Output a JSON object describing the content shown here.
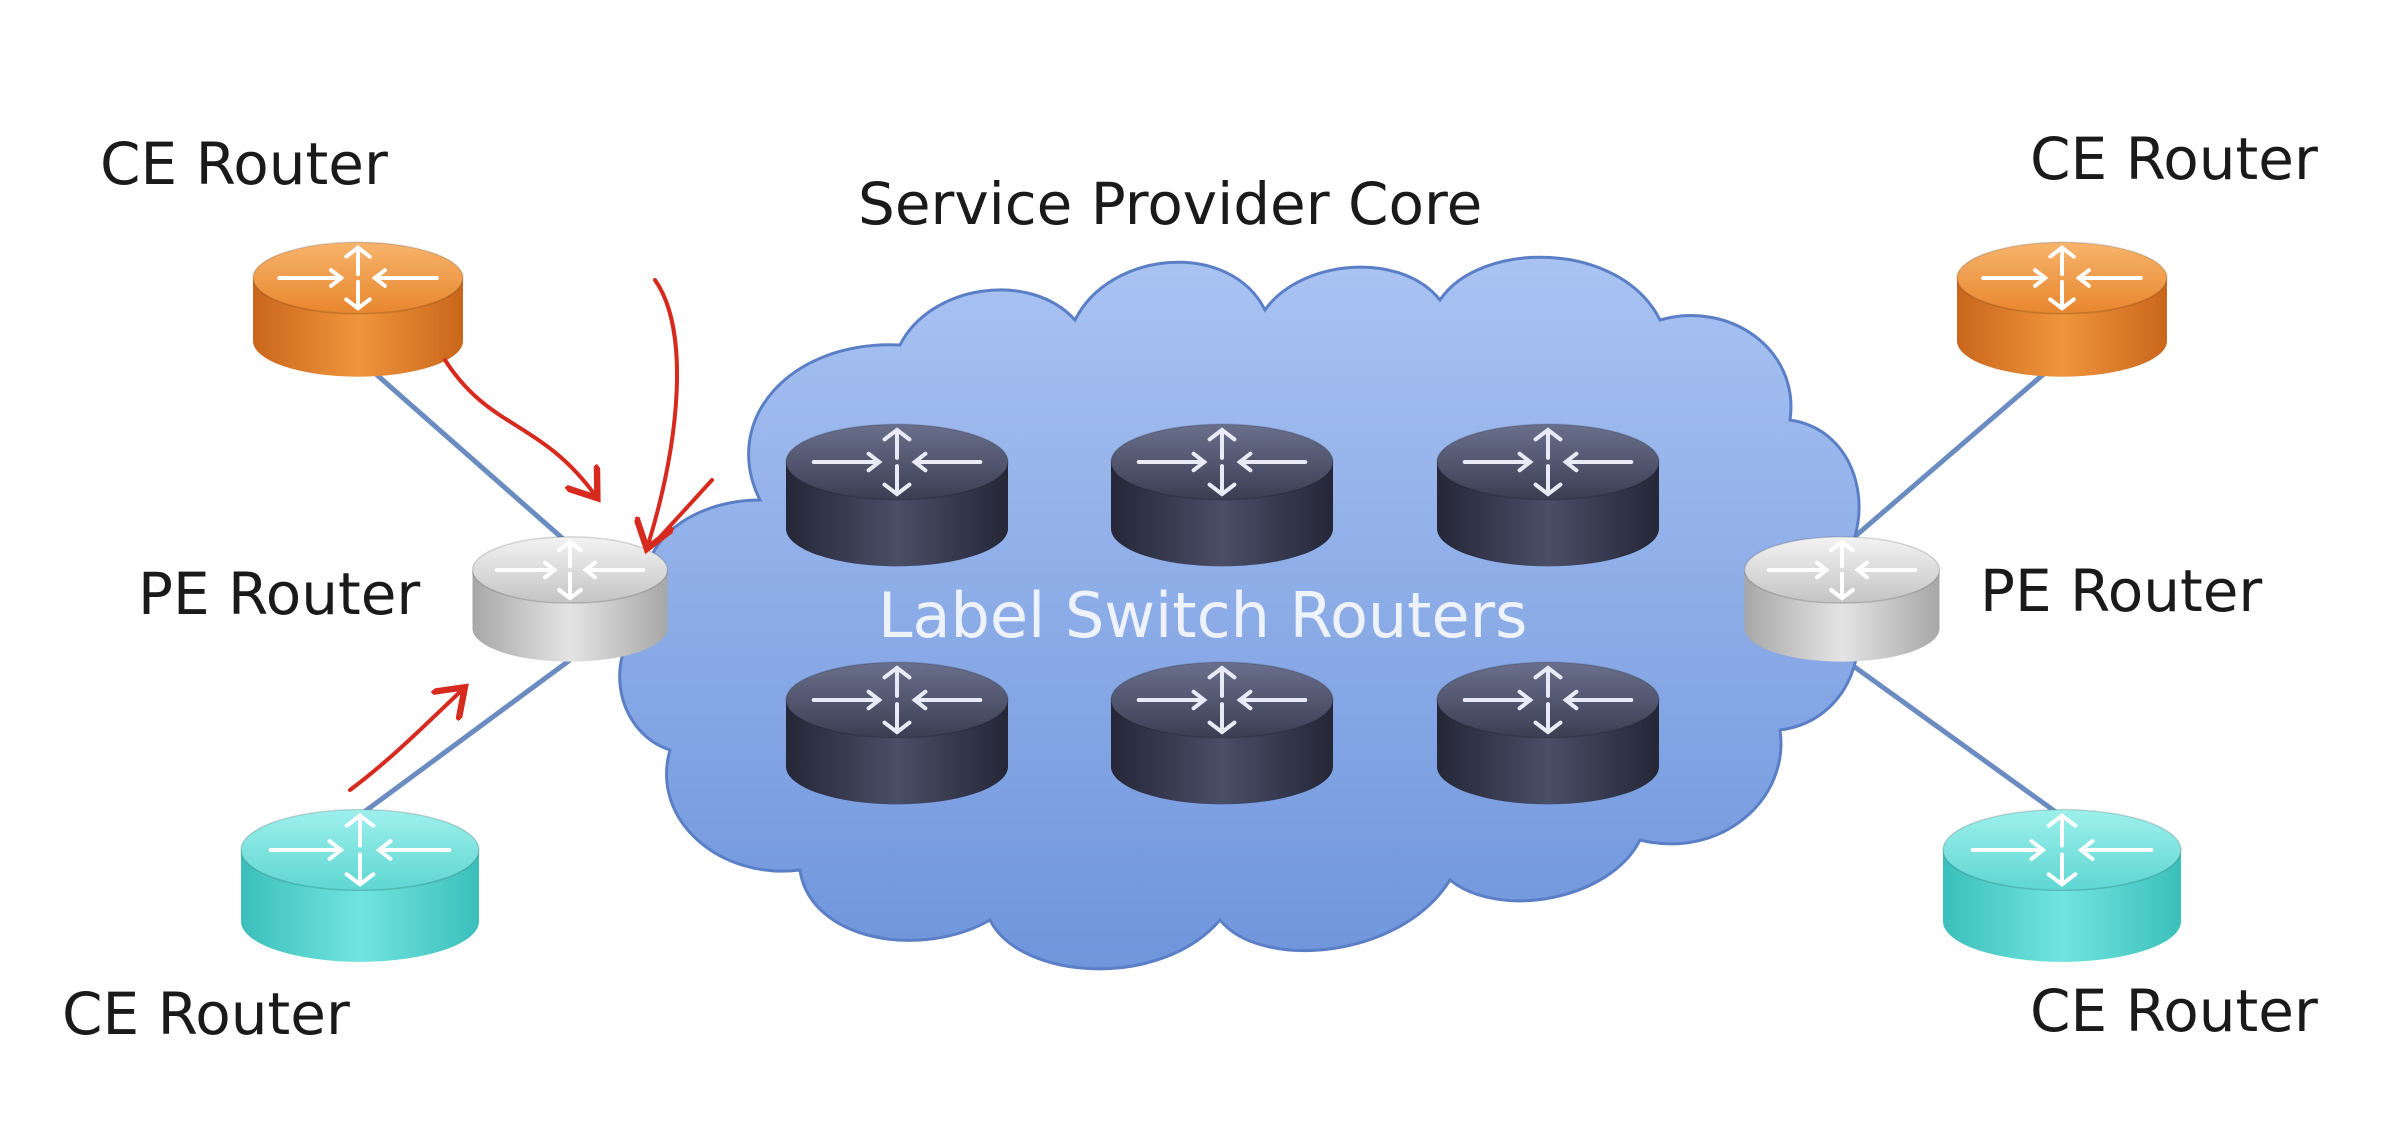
{
  "diagram": {
    "core_title": "Service Provider Core",
    "core_label": "Label Switch Routers",
    "left": {
      "ce_top_label": "CE Router",
      "pe_label": "PE Router",
      "ce_bottom_label": "CE Router"
    },
    "right": {
      "ce_top_label": "CE Router",
      "pe_label": "PE Router",
      "ce_bottom_label": "CE Router"
    },
    "colors": {
      "ce_top": "#e8862e",
      "ce_bottom": "#5fd6d2",
      "pe": "#c9c9c9",
      "lsr": "#3b3e52",
      "cloud": "#8fb0e6",
      "link": "#6a8cc0",
      "annotation": "#d62a1f"
    },
    "icons": [
      "router-icon",
      "cloud-icon",
      "arrow-icon"
    ]
  }
}
